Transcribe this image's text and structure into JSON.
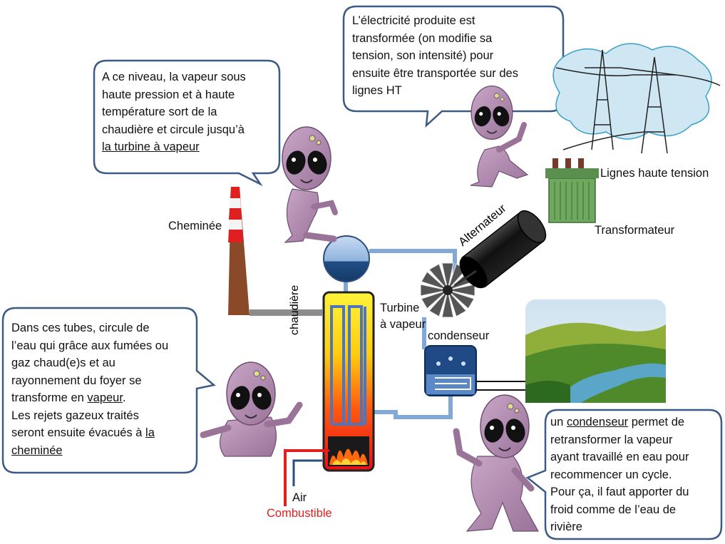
{
  "bubbles": {
    "turbine": {
      "line1": "A ce niveau, la vapeur sous",
      "line2": "haute pression et à haute",
      "line3": "température sort de la",
      "line4": "chaudière et circule jusqu’à",
      "line5": "la turbine à vapeur"
    },
    "electricity": {
      "line1": "L’électricité produite est",
      "line2": "transformée (on modifie sa",
      "line3": "tension, son intensité) pour",
      "line4": "ensuite être transportée sur des",
      "line5": "lignes HT"
    },
    "tubes": {
      "line1": "Dans ces tubes, circule de",
      "line2": "l’eau qui grâce aux fumées ou",
      "line3": "gaz chaud(e)s et au",
      "line4": "rayonnement du foyer se",
      "line5_pre": "transforme en ",
      "line5_u": "vapeur",
      "line5_post": ".",
      "line6": "Les rejets gazeux traités",
      "line7_pre": "seront ensuite évacués à ",
      "line7_u": "la",
      "line8_u": "cheminée"
    },
    "condenser": {
      "line1_pre": "un ",
      "line1_u": "condenseur",
      "line1_post": " permet de",
      "line2": "retransformer la vapeur",
      "line3": "ayant travaillé en eau pour",
      "line4": "recommencer un cycle.",
      "line5": "Pour ça, il faut apporter du",
      "line6": "froid comme de l’eau de",
      "line7": "rivière"
    }
  },
  "labels": {
    "chimney": "Cheminée",
    "boiler": "chaudière",
    "turbine_1": "Turbine",
    "turbine_2": "à vapeur",
    "condenser": "condenseur",
    "alternator": "Alternateur",
    "lines": "Lignes haute tension",
    "transformer": "Transformateur",
    "air": "Air",
    "fuel": "Combustible"
  },
  "colors": {
    "bubble_border": "#3b5a86",
    "pipe": "#82a8d8",
    "chimney_red": "#e02020",
    "fuel_red": "#e0201f",
    "alien": "#b18ab0"
  }
}
